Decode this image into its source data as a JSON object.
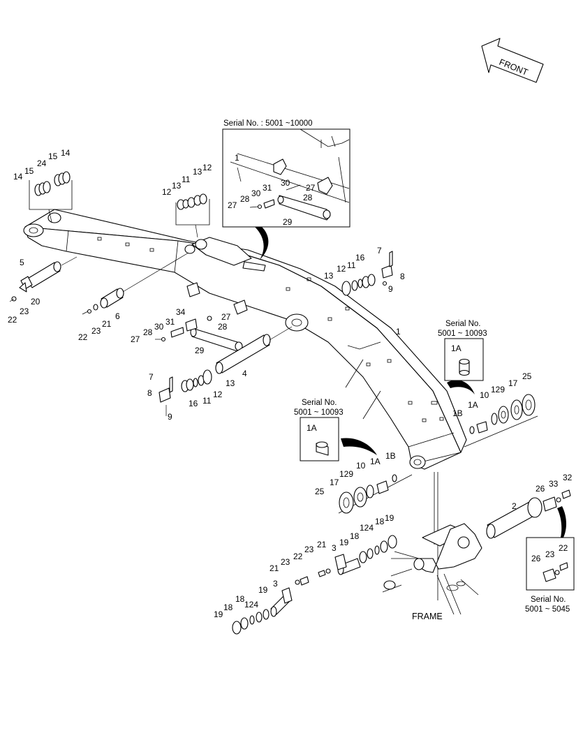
{
  "front_label": "FRONT",
  "frame_label": "FRAME",
  "insets": {
    "top_serial": "Serial No. : 5001 ~10000",
    "right_serial_line1": "Serial No.",
    "right_serial_line2": "5001 ~ 10093",
    "left_serial_line1": "Serial No.",
    "left_serial_line2": "5001 ~ 10093",
    "bottom_serial_line1": "Serial No.",
    "bottom_serial_line2": "5001 ~ 5045",
    "inset_1a_right": "1A",
    "inset_1a_left": "1A"
  },
  "callouts": [
    "14",
    "15",
    "24",
    "15",
    "14",
    "12",
    "13",
    "11",
    "13",
    "12",
    "1",
    "28",
    "30",
    "31",
    "30",
    "27",
    "27",
    "28",
    "29",
    "5",
    "20",
    "23",
    "22",
    "6",
    "21",
    "23",
    "22",
    "34",
    "31",
    "30",
    "28",
    "27",
    "28",
    "27",
    "29",
    "7",
    "8",
    "16",
    "11",
    "12",
    "13",
    "9",
    "4",
    "13",
    "12",
    "11",
    "16",
    "7",
    "8",
    "9",
    "1",
    "1B",
    "1A",
    "10",
    "129",
    "17",
    "25",
    "1B",
    "1A",
    "10",
    "129",
    "17",
    "25",
    "2",
    "26",
    "33",
    "32",
    "26",
    "23",
    "22",
    "19",
    "18",
    "124",
    "18",
    "19",
    "3",
    "21",
    "23",
    "22",
    "21",
    "23",
    "22",
    "3",
    "19",
    "18",
    "124",
    "18",
    "19"
  ]
}
